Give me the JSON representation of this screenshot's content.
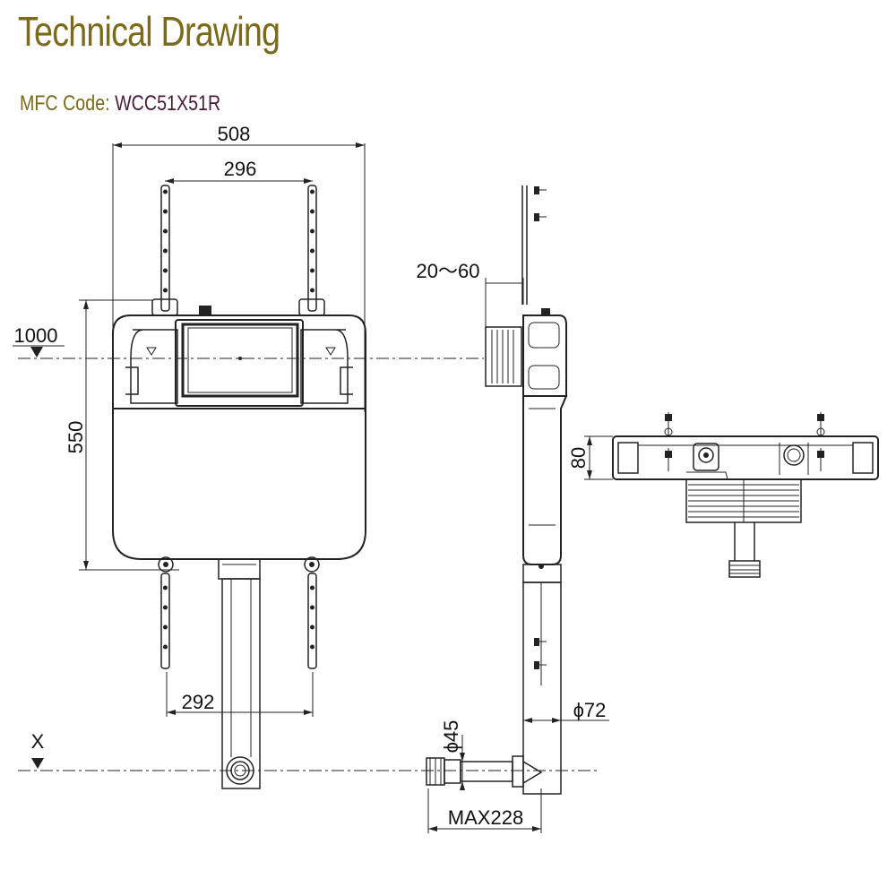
{
  "header": {
    "title": "Technical Drawing",
    "code_label": "MFC Code:",
    "code_value": "WCC51X51R"
  },
  "dimensions": {
    "overall_width": "508",
    "frame_width": "296",
    "height_ref": "1000",
    "cistern_height": "550",
    "bottom_frame_width": "292",
    "bottom_ref": "X",
    "wall_range": "20～60",
    "outlet_diameter": "ϕ72",
    "inlet_diameter": "ϕ45",
    "max_length": "MAX228",
    "depth": "80"
  },
  "colors": {
    "title": "#7a6a1a",
    "code_value": "#4a1a3a",
    "line": "#222222"
  }
}
